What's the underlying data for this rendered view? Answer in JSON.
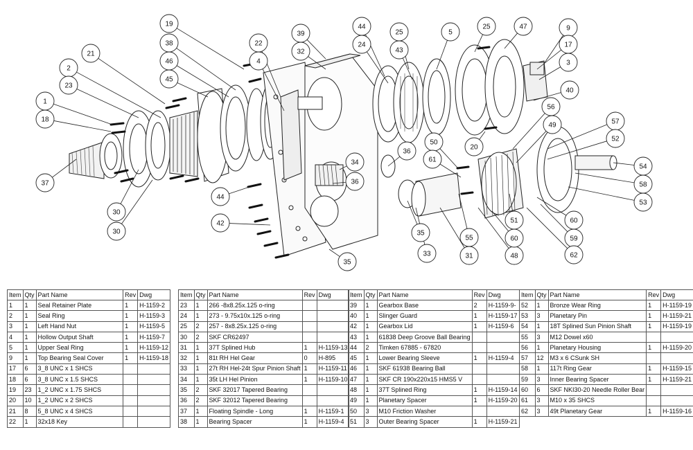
{
  "balloons": [
    {
      "num": "19"
    },
    {
      "num": "38"
    },
    {
      "num": "21"
    },
    {
      "num": "46"
    },
    {
      "num": "2"
    },
    {
      "num": "45"
    },
    {
      "num": "23"
    },
    {
      "num": "1"
    },
    {
      "num": "18"
    },
    {
      "num": "37"
    },
    {
      "num": "30"
    },
    {
      "num": "30"
    },
    {
      "num": "22"
    },
    {
      "num": "4"
    },
    {
      "num": "39"
    },
    {
      "num": "32"
    },
    {
      "num": "44"
    },
    {
      "num": "24"
    },
    {
      "num": "25"
    },
    {
      "num": "43"
    },
    {
      "num": "5"
    },
    {
      "num": "25"
    },
    {
      "num": "47"
    },
    {
      "num": "9"
    },
    {
      "num": "17"
    },
    {
      "num": "3"
    },
    {
      "num": "40"
    },
    {
      "num": "56"
    },
    {
      "num": "49"
    },
    {
      "num": "57"
    },
    {
      "num": "52"
    },
    {
      "num": "54"
    },
    {
      "num": "58"
    },
    {
      "num": "53"
    },
    {
      "num": "20"
    },
    {
      "num": "36"
    },
    {
      "num": "50"
    },
    {
      "num": "61"
    },
    {
      "num": "34"
    },
    {
      "num": "36"
    },
    {
      "num": "44"
    },
    {
      "num": "42"
    },
    {
      "num": "35"
    },
    {
      "num": "35"
    },
    {
      "num": "33"
    },
    {
      "num": "55"
    },
    {
      "num": "31"
    },
    {
      "num": "48"
    },
    {
      "num": "51"
    },
    {
      "num": "60"
    },
    {
      "num": "60"
    },
    {
      "num": "59"
    },
    {
      "num": "62"
    }
  ],
  "bom": {
    "headers": {
      "item": "Item",
      "qty": "Qty",
      "part": "Part Name",
      "rev": "Rev",
      "dwg": "Dwg"
    },
    "t1": [
      {
        "item": "1",
        "qty": "1",
        "part": "Seal Retainer Plate",
        "rev": "1",
        "dwg": "H-1159-2"
      },
      {
        "item": "2",
        "qty": "1",
        "part": "Seal Ring",
        "rev": "1",
        "dwg": "H-1159-3"
      },
      {
        "item": "3",
        "qty": "1",
        "part": "Left Hand Nut",
        "rev": "1",
        "dwg": "H-1159-5"
      },
      {
        "item": "4",
        "qty": "1",
        "part": "Hollow Output Shaft",
        "rev": "1",
        "dwg": "H-1159-7"
      },
      {
        "item": "5",
        "qty": "1",
        "part": "Upper Seal Ring",
        "rev": "1",
        "dwg": "H-1159-12"
      },
      {
        "item": "9",
        "qty": "1",
        "part": "Top Bearing Seal Cover",
        "rev": "1",
        "dwg": "H-1159-18"
      },
      {
        "item": "17",
        "qty": "6",
        "part": "3_8 UNC x 1 SHCS",
        "rev": "",
        "dwg": ""
      },
      {
        "item": "18",
        "qty": "6",
        "part": "3_8 UNC x 1.5 SHCS",
        "rev": "",
        "dwg": ""
      },
      {
        "item": "19",
        "qty": "23",
        "part": "1_2 UNC x 1.75 SHCS",
        "rev": "",
        "dwg": ""
      },
      {
        "item": "20",
        "qty": "10",
        "part": "1_2 UNC x 2 SHCS",
        "rev": "",
        "dwg": ""
      },
      {
        "item": "21",
        "qty": "8",
        "part": "5_8 UNC x 4 SHCS",
        "rev": "",
        "dwg": ""
      },
      {
        "item": "22",
        "qty": "1",
        "part": "32x18 Key",
        "rev": "",
        "dwg": ""
      }
    ],
    "t2": [
      {
        "item": "23",
        "qty": "1",
        "part": "266 -8x8.25x.125 o-ring",
        "rev": "",
        "dwg": ""
      },
      {
        "item": "24",
        "qty": "1",
        "part": "273 - 9.75x10x.125 o-ring",
        "rev": "",
        "dwg": ""
      },
      {
        "item": "25",
        "qty": "2",
        "part": "257 - 8x8.25x.125 o-ring",
        "rev": "",
        "dwg": ""
      },
      {
        "item": "30",
        "qty": "2",
        "part": "SKF CR62497",
        "rev": "",
        "dwg": ""
      },
      {
        "item": "31",
        "qty": "1",
        "part": "37T Splined Hub",
        "rev": "1",
        "dwg": "H-1159-13"
      },
      {
        "item": "32",
        "qty": "1",
        "part": "81t RH Hel Gear",
        "rev": "0",
        "dwg": "H-895"
      },
      {
        "item": "33",
        "qty": "1",
        "part": "27t RH Hel-24t Spur Pinion Shaft",
        "rev": "1",
        "dwg": "H-1159-11"
      },
      {
        "item": "34",
        "qty": "1",
        "part": "35t LH Hel Pinion",
        "rev": "1",
        "dwg": "H-1159-10"
      },
      {
        "item": "35",
        "qty": "2",
        "part": "SKF 32017 Tapered Bearing",
        "rev": "",
        "dwg": ""
      },
      {
        "item": "36",
        "qty": "2",
        "part": "SKF 32012 Tapered Bearing",
        "rev": "",
        "dwg": ""
      },
      {
        "item": "37",
        "qty": "1",
        "part": "Floating Spindle - Long",
        "rev": "1",
        "dwg": "H-1159-1"
      },
      {
        "item": "38",
        "qty": "1",
        "part": "Bearing Spacer",
        "rev": "1",
        "dwg": "H-1159-4"
      }
    ],
    "t3": [
      {
        "item": "39",
        "qty": "1",
        "part": "Gearbox Base",
        "rev": "2",
        "dwg": "H-1159-9-"
      },
      {
        "item": "40",
        "qty": "1",
        "part": "Slinger Guard",
        "rev": "1",
        "dwg": "H-1159-17"
      },
      {
        "item": "42",
        "qty": "1",
        "part": "Gearbox Lid",
        "rev": "1",
        "dwg": "H-1159-6"
      },
      {
        "item": "43",
        "qty": "1",
        "part": "61838 Deep Groove Ball Bearing",
        "rev": "",
        "dwg": ""
      },
      {
        "item": "44",
        "qty": "2",
        "part": "Timken 67885 - 67820",
        "rev": "",
        "dwg": ""
      },
      {
        "item": "45",
        "qty": "1",
        "part": "Lower Bearing Sleeve",
        "rev": "1",
        "dwg": "H-1159-4"
      },
      {
        "item": "46",
        "qty": "1",
        "part": "SKF 61938 Bearing Ball",
        "rev": "",
        "dwg": ""
      },
      {
        "item": "47",
        "qty": "1",
        "part": "SKF CR 190x220x15 HMS5 V",
        "rev": "",
        "dwg": ""
      },
      {
        "item": "48",
        "qty": "1",
        "part": "37T Splined Ring",
        "rev": "1",
        "dwg": "H-1159-14"
      },
      {
        "item": "49",
        "qty": "1",
        "part": "Planetary Spacer",
        "rev": "1",
        "dwg": "H-1159-20"
      },
      {
        "item": "50",
        "qty": "3",
        "part": "M10 Friction Washer",
        "rev": "",
        "dwg": ""
      },
      {
        "item": "51",
        "qty": "3",
        "part": "Outer Bearing Spacer",
        "rev": "1",
        "dwg": "H-1159-21"
      }
    ],
    "t4": [
      {
        "item": "52",
        "qty": "1",
        "part": "Bronze Wear Ring",
        "rev": "1",
        "dwg": "H-1159-19"
      },
      {
        "item": "53",
        "qty": "3",
        "part": "Planetary Pin",
        "rev": "1",
        "dwg": "H-1159-21"
      },
      {
        "item": "54",
        "qty": "1",
        "part": "18T Splined Sun Pinion Shaft",
        "rev": "1",
        "dwg": "H-1159-19"
      },
      {
        "item": "55",
        "qty": "3",
        "part": "M12 Dowel x60",
        "rev": "",
        "dwg": ""
      },
      {
        "item": "56",
        "qty": "1",
        "part": "Planetary Housing",
        "rev": "1",
        "dwg": "H-1159-20"
      },
      {
        "item": "57",
        "qty": "12",
        "part": "M3 x 6 CSunk SH",
        "rev": "",
        "dwg": ""
      },
      {
        "item": "58",
        "qty": "1",
        "part": "117t Ring Gear",
        "rev": "1",
        "dwg": "H-1159-15"
      },
      {
        "item": "59",
        "qty": "3",
        "part": "Inner Bearing Spacer",
        "rev": "1",
        "dwg": "H-1159-21"
      },
      {
        "item": "60",
        "qty": "6",
        "part": "SKF NKI30-20 Needle Roller Bear",
        "rev": "",
        "dwg": ""
      },
      {
        "item": "61",
        "qty": "3",
        "part": "M10 x 35 SHCS",
        "rev": "",
        "dwg": ""
      },
      {
        "item": "62",
        "qty": "3",
        "part": "49t Planetary Gear",
        "rev": "1",
        "dwg": "H-1159-16"
      }
    ]
  }
}
